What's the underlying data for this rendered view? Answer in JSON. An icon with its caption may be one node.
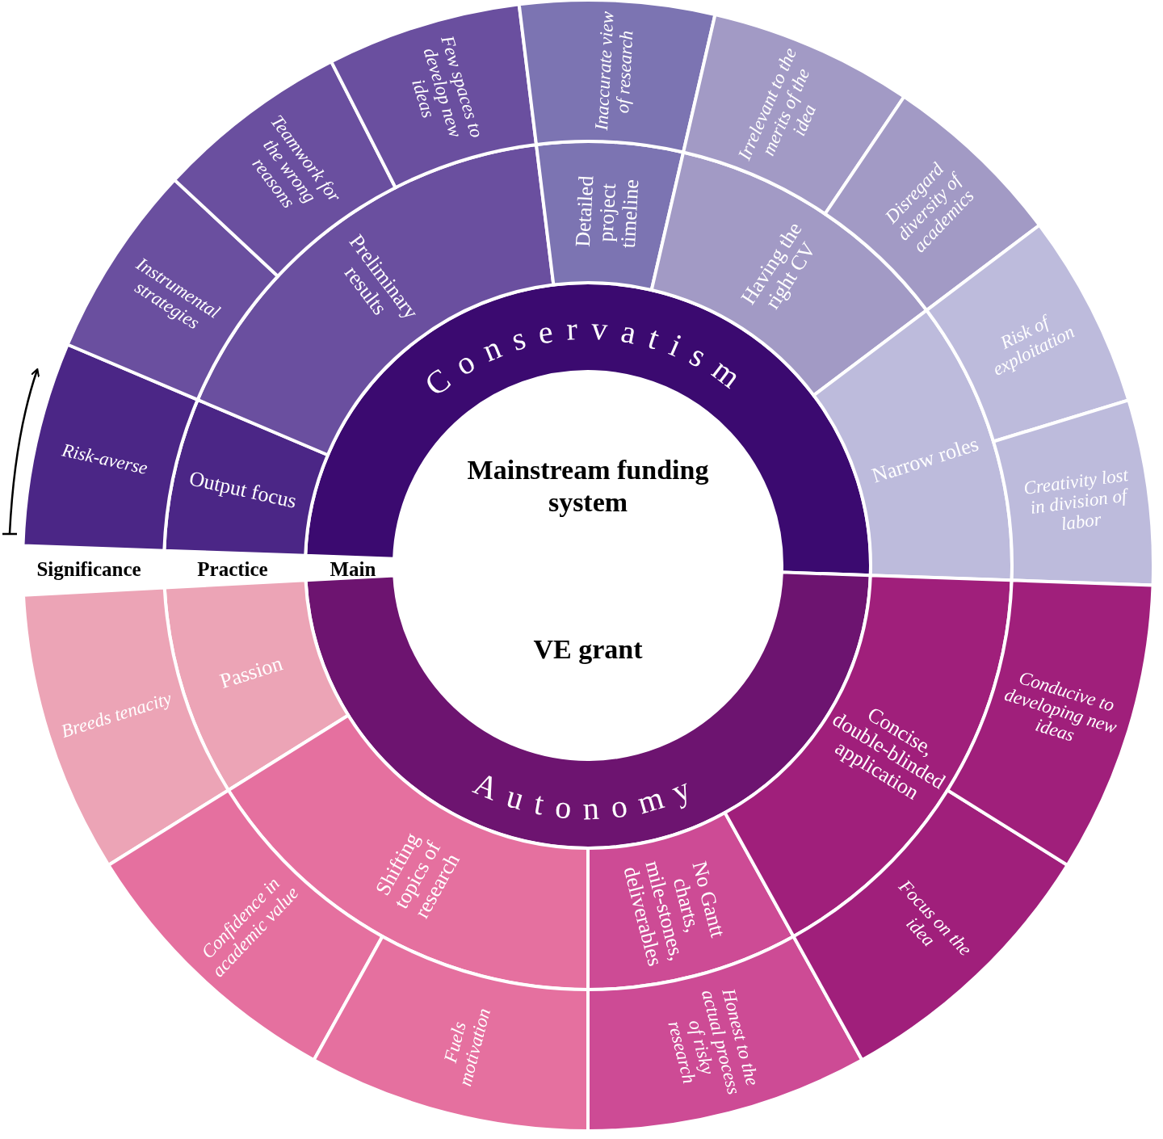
{
  "diagram": {
    "nodes": [
      {
        "text": [
          "Mainstream funding system",
          "VE grant"
        ]
      },
      {
        "text": [
          "Conservatism"
        ]
      },
      {
        "text": [
          "Autonomy"
        ]
      },
      {
        "text": [
          "Output focus"
        ]
      },
      {
        "text": [
          "Preliminary results"
        ]
      },
      {
        "text": [
          "Detailed project timeline"
        ]
      },
      {
        "text": [
          "Having the right CV"
        ]
      },
      {
        "text": [
          "Narrow roles"
        ]
      },
      {
        "text": [
          "Passion"
        ]
      },
      {
        "text": [
          "Shifting topics of research"
        ]
      },
      {
        "text": [
          "No Gantt charts, mile-stones, deliverables"
        ]
      },
      {
        "text": [
          "Concise, double-blinded application"
        ]
      },
      {
        "text": [
          "Risk-averse"
        ]
      },
      {
        "text": [
          "Instrumental strategies"
        ]
      },
      {
        "text": [
          "Teamwork for the wrong reasons"
        ]
      },
      {
        "text": [
          "Few spaces to develop new ideas"
        ]
      },
      {
        "text": [
          "Inaccurate view of research"
        ]
      },
      {
        "text": [
          "Irrelevant to the merits of the idea"
        ]
      },
      {
        "text": [
          "Disregard diversity of academics"
        ]
      },
      {
        "text": [
          "Risk of exploitation"
        ]
      },
      {
        "text": [
          "Creativity lost in division of labor"
        ]
      },
      {
        "text": [
          "Breeds tenacity"
        ]
      },
      {
        "text": [
          "Confidence in academic value"
        ]
      },
      {
        "text": [
          "Fuels motivation"
        ]
      },
      {
        "text": [
          "Honest to the actual process of risky research"
        ]
      },
      {
        "text": [
          "Focus on the idea"
        ]
      },
      {
        "text": [
          "Conducive to developing new ideas"
        ]
      }
    ],
    "edges": [],
    "labels": [
      "Significance",
      "Practice",
      "Main"
    ]
  }
}
